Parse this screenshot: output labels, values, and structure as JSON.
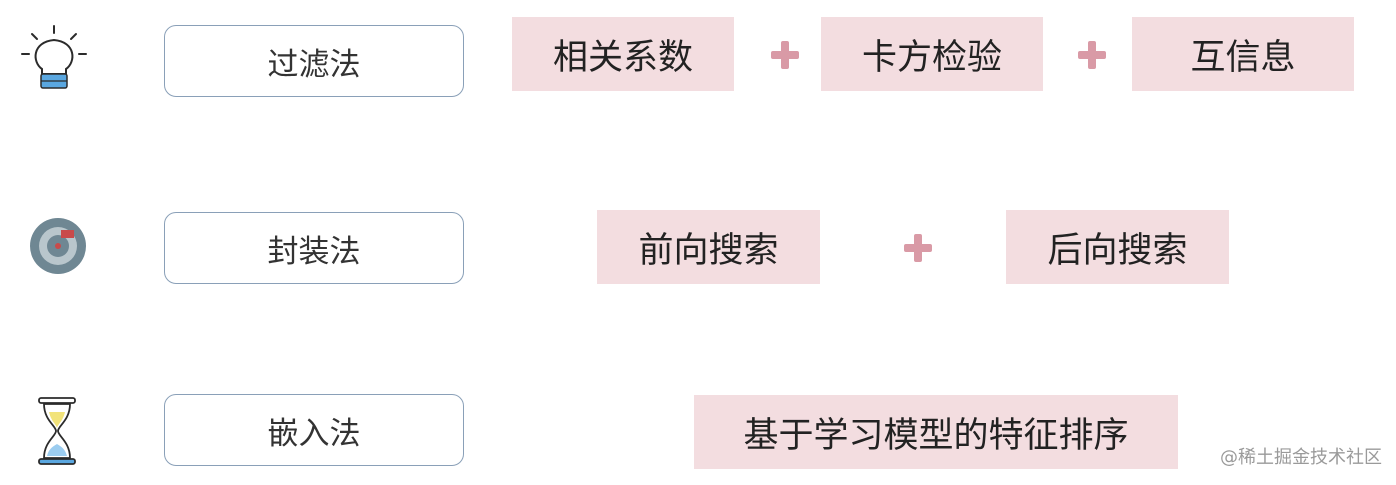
{
  "rows": [
    {
      "icon": "lightbulb-icon",
      "method": "过滤法",
      "techniques": [
        "相关系数",
        "卡方检验",
        "互信息"
      ]
    },
    {
      "icon": "target-icon",
      "method": "封装法",
      "techniques": [
        "前向搜索",
        "后向搜索"
      ]
    },
    {
      "icon": "hourglass-icon",
      "method": "嵌入法",
      "techniques": [
        "基于学习模型的特征排序"
      ]
    }
  ],
  "watermark": "@稀土掘金技术社区",
  "colors": {
    "technique_fill": "#f3dde0",
    "plus": "#d99aa6",
    "method_border": "#8aa0b8",
    "icon_accent": "#5aa7e0"
  }
}
